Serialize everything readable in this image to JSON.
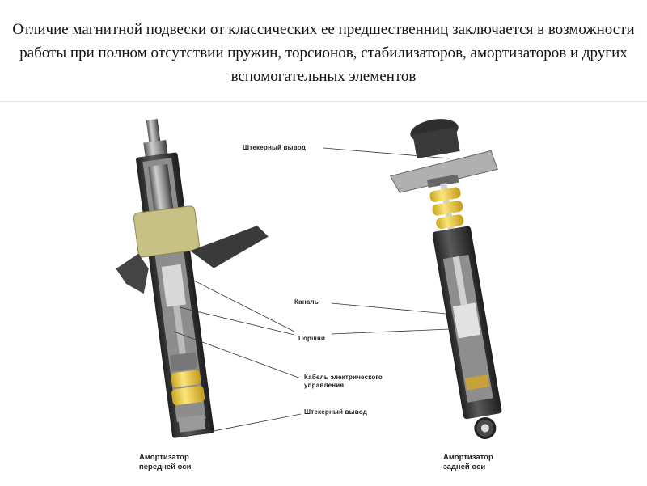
{
  "slide": {
    "title": "Отличие магнитной подвески от классических ее предшественниц заключается в возможности работы при полном отсутствии пружин, торсионов, стабилизаторов, амортизаторов и других вспомогательных элементов"
  },
  "diagram": {
    "labels": {
      "connector_top": "Штекерный вывод",
      "channels": "Каналы",
      "pistons": "Поршни",
      "cable_line1": "Кабель электрического",
      "cable_line2": "управления",
      "connector_bottom": "Штекерный вывод"
    },
    "captions": {
      "front_line1": "Амортизатор",
      "front_line2": "передней оси",
      "rear_line1": "Амортизатор",
      "rear_line2": "задней оси"
    },
    "colors": {
      "metal": "#9a9a9a",
      "dark": "#3a3a3a",
      "bumper": "#f0d24a",
      "mount": "#c9c48a"
    }
  }
}
